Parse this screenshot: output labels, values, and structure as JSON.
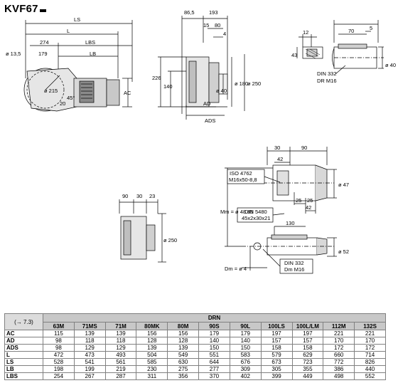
{
  "title": "KVF67",
  "drawing": {
    "view1": {
      "LS": "LS",
      "L": "L",
      "d13_5": "ø 13,5",
      "n274": "274",
      "LBS": "LBS",
      "n179": "179",
      "LB": "LB",
      "d215": "ø 215",
      "n20": "20",
      "n45": "45°",
      "AC": "AC"
    },
    "view2": {
      "n86_5": "86,5",
      "n193": "193",
      "n15": "15",
      "n80": "80",
      "n4": "4",
      "n226": "226",
      "n140": "140",
      "d180": "ø 180",
      "d250": "ø 250",
      "d40": "ø 40",
      "AD": "AD",
      "ADS": "ADS"
    },
    "view3": {
      "n12": "12",
      "n70": "70",
      "n5": "5",
      "n43": "43",
      "DIN": "DIN 332",
      "DR": "DR M16",
      "d40": "ø 40"
    },
    "view4": {
      "n90": "90",
      "n30": "30",
      "n23": "23",
      "d250": "ø 250"
    },
    "view5": {
      "n30": "30",
      "n90": "90",
      "n42a": "42",
      "ISO": "ISO 4762",
      "M16": "M16x50-8,8",
      "Mm": "Mm = ø 48.85",
      "n25a": "25",
      "n25b": "25",
      "n42b": "42",
      "d47": "ø 47",
      "DIN5480": "DIN 5480",
      "spline": "45x2x30x21",
      "n130": "130",
      "Dm": "Dm = ø 4",
      "DIN332": "DIN 332",
      "DM16": "Dm M16",
      "d52": "ø 52"
    }
  },
  "table": {
    "corner": "(→ 7.3)",
    "group": "DRN",
    "columns": [
      "63M",
      "71MS",
      "71M",
      "80MK",
      "80M",
      "90S",
      "90L",
      "100LS",
      "100L/LM",
      "112M",
      "132S"
    ],
    "rows": [
      {
        "label": "AC",
        "values": [
          "115",
          "139",
          "139",
          "156",
          "156",
          "179",
          "179",
          "197",
          "197",
          "221",
          "221"
        ]
      },
      {
        "label": "AD",
        "values": [
          "98",
          "118",
          "118",
          "128",
          "128",
          "140",
          "140",
          "157",
          "157",
          "170",
          "170"
        ]
      },
      {
        "label": "ADS",
        "values": [
          "98",
          "129",
          "129",
          "139",
          "139",
          "150",
          "150",
          "158",
          "158",
          "172",
          "172"
        ]
      },
      {
        "label": "L",
        "values": [
          "472",
          "473",
          "493",
          "504",
          "549",
          "551",
          "583",
          "579",
          "629",
          "660",
          "714"
        ]
      },
      {
        "label": "LS",
        "values": [
          "528",
          "541",
          "561",
          "585",
          "630",
          "644",
          "676",
          "673",
          "723",
          "772",
          "826"
        ]
      },
      {
        "label": "LB",
        "values": [
          "198",
          "199",
          "219",
          "230",
          "275",
          "277",
          "309",
          "305",
          "355",
          "386",
          "440"
        ]
      },
      {
        "label": "LBS",
        "values": [
          "254",
          "267",
          "287",
          "311",
          "356",
          "370",
          "402",
          "399",
          "449",
          "498",
          "552"
        ]
      }
    ]
  }
}
